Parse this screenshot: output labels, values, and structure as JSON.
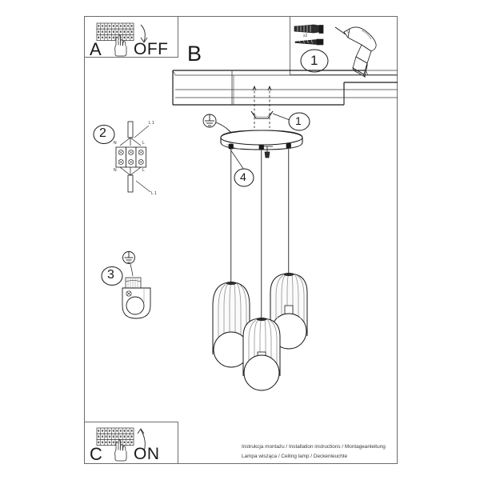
{
  "document": {
    "type": "installation-instruction-sheet",
    "product": "Ceiling lamp",
    "caption_line1": "Instrukcja montażu / Installation instructions / Montageanleitung",
    "caption_line2": "Lampa wisząca / Ceiling lamp / Deckenleuchte"
  },
  "panels": {
    "a": {
      "letter": "A",
      "state_label": "OFF",
      "icon": "breaker-panel-icon",
      "hand_icon": "hand-pointing-icon",
      "arrow_icon": "curved-arrow-down-icon"
    },
    "b": {
      "letter": "B"
    },
    "c": {
      "letter": "C",
      "state_label": "ON",
      "icon": "breaker-panel-icon",
      "hand_icon": "hand-pointing-icon",
      "arrow_icon": "curved-arrow-up-icon"
    },
    "parts": {
      "step_number": "1",
      "quantity_label": "x2",
      "wall_plug_icon": "wall-anchor-icon",
      "screw_icon": "screw-icon",
      "drill_icon": "power-drill-icon"
    }
  },
  "steps": [
    {
      "number": "2",
      "name": "terminal-block-wiring",
      "wire_labels": [
        "N",
        "L",
        "L 1",
        "N",
        "L",
        "L 1"
      ]
    },
    {
      "number": "3",
      "name": "earth-bracket-mount",
      "earth_symbol": "earth-ground-icon"
    }
  ],
  "callouts": {
    "ceiling_screw": "1",
    "cable_suspension": "4",
    "earth_symbol": "earth-ground-icon"
  },
  "lamp": {
    "shade_count": 3,
    "canopy": "round-ceiling-plate",
    "shade_style": "cage-pendant",
    "bulb_style": "globe-bulb"
  },
  "colors": {
    "line": "#1a1a1a",
    "frame": "#6d6d6d",
    "shade_fill": "#f7f7f7",
    "bulb_fill": "#ffffff",
    "text": "#1a1a1a",
    "caption_text": "#3a3a3a"
  }
}
